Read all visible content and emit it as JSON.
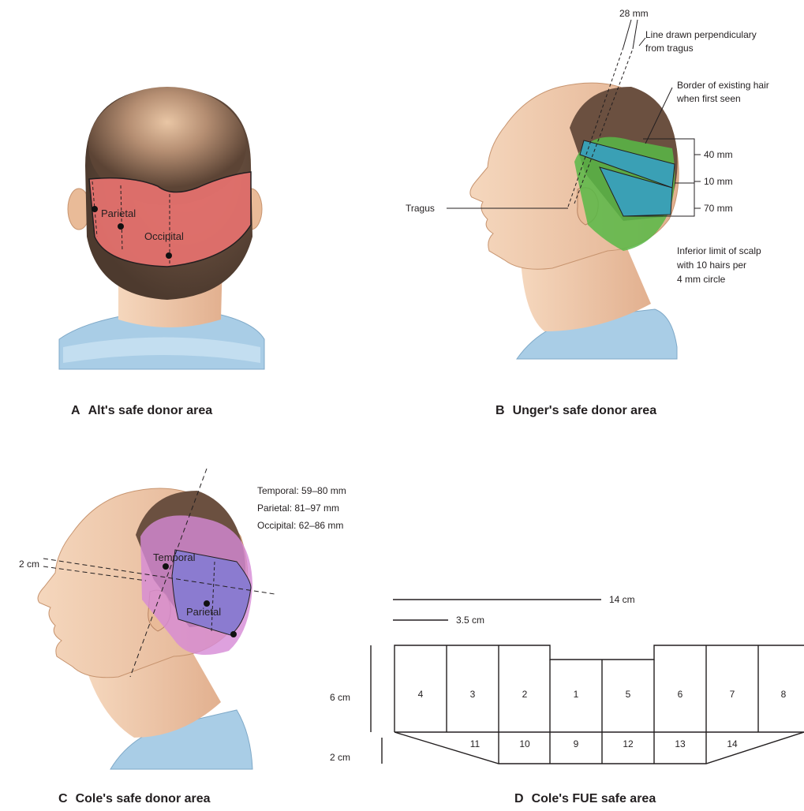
{
  "panel_a": {
    "letter": "A",
    "caption": "Alt's safe donor area",
    "labels": {
      "parietal": "Parietal",
      "occipital": "Occipital"
    }
  },
  "panel_b": {
    "letter": "B",
    "caption": "Unger's safe donor area",
    "labels": {
      "top_mm": "28 mm",
      "line_drawn_1": "Line drawn perpendiculary",
      "line_drawn_2": "from tragus",
      "border_1": "Border of existing hair",
      "border_2": "when first seen",
      "m40": "40 mm",
      "m10": "10 mm",
      "m70": "70 mm",
      "tragus": "Tragus",
      "inferior_1": "Inferior limit of scalp",
      "inferior_2": "with 10 hairs per",
      "inferior_3": "4 mm circle"
    }
  },
  "panel_c": {
    "letter": "C",
    "caption": "Cole's safe donor area",
    "labels": {
      "two_cm": "2 cm",
      "temporal": "Temporal",
      "parietal": "Parietal",
      "ranges": [
        "Temporal: 59–80 mm",
        "Parietal: 81–97 mm",
        "Occipital: 62–86 mm"
      ]
    }
  },
  "panel_d": {
    "letter": "D",
    "caption": "Cole's FUE safe area",
    "scale_14": "14 cm",
    "scale_35": "3.5 cm",
    "height_6": "6 cm",
    "height_2": "2 cm",
    "upper_cells": [
      "4",
      "3",
      "2",
      "1",
      "5",
      "6",
      "7",
      "8"
    ],
    "lower_cells": [
      "11",
      "10",
      "9",
      "12",
      "13",
      "14"
    ]
  },
  "colors": {
    "alt_zone": "#e7726f",
    "unger_green": "#58b947",
    "unger_blue": "#3aa0b5",
    "cole_purple": "#8b7bd0",
    "cole_pink": "#d68ad6",
    "skin": "#f1c9a8",
    "hair": "#6b5040",
    "shirt": "#a9cde6"
  }
}
